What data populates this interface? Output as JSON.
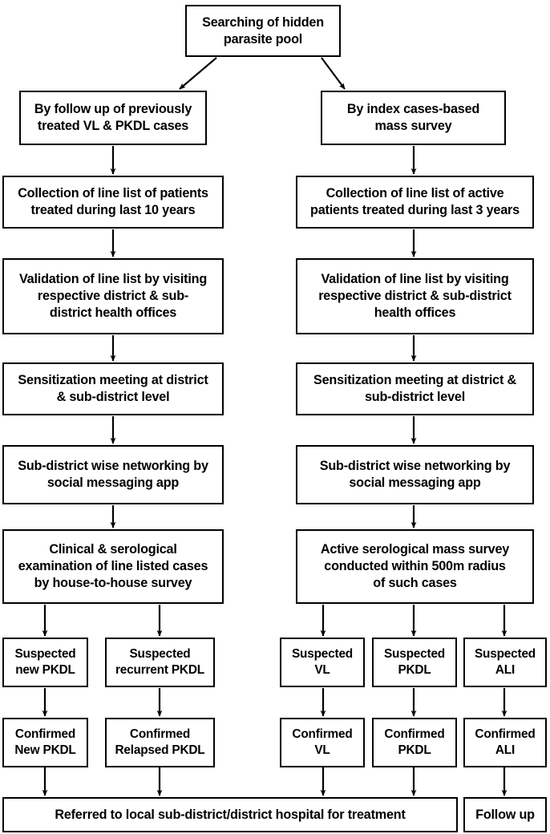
{
  "figure": {
    "type": "flowchart",
    "title": "Searching of hidden parasite pool",
    "orientation": "top-down",
    "background_color": "#ffffff",
    "line_color": "#000000",
    "text_color": "#000000"
  },
  "nodes": {
    "root": "Searching of hidden\nparasite pool",
    "left_branch": "By follow up of previously\ntreated VL & PKDL cases",
    "right_branch": "By index cases-based\nmass survey",
    "left_step1": "Collection of line list of patients\ntreated during last 10 years",
    "right_step1": "Collection of line list of active\npatients treated during last 3 years",
    "left_step2": "Validation of line list by visiting\nrespective district & sub-\ndistrict health offices",
    "right_step2": "Validation of line list by visiting\nrespective district & sub-district\nhealth offices",
    "left_step3": "Sensitization meeting at district\n& sub-district level",
    "right_step3": "Sensitization meeting at district &\nsub-district level",
    "left_step4": "Sub-district wise networking by\nsocial messaging app",
    "right_step4": "Sub-district wise networking by\nsocial messaging app",
    "left_step5": "Clinical & serological\nexamination of line listed cases\nby house-to-house survey",
    "right_step5": "Active serological mass survey\nconducted within 500m radius\nof such cases",
    "suspected_new_pkdl": "Suspected\nnew PKDL",
    "suspected_recurrent_pkdl": "Suspected\nrecurrent PKDL",
    "suspected_vl": "Suspected\nVL",
    "suspected_pkdl": "Suspected\nPKDL",
    "suspected_ali": "Suspected\nALI",
    "confirmed_new_pkdl": "Confirmed\nNew PKDL",
    "confirmed_relapsed_pkdl": "Confirmed\nRelapsed PKDL",
    "confirmed_vl": "Confirmed\nVL",
    "confirmed_pkdl": "Confirmed\nPKDL",
    "confirmed_ali": "Confirmed\nALI",
    "referral": "Referred to local sub-district/district hospital for treatment",
    "follow_up": "Follow up"
  },
  "edges": [
    {
      "from": "root",
      "to": "left_branch",
      "style": "diagonal-arrow"
    },
    {
      "from": "root",
      "to": "right_branch",
      "style": "diagonal-arrow"
    },
    {
      "from": "left_branch",
      "to": "left_step1",
      "style": "vertical-arrow"
    },
    {
      "from": "left_step1",
      "to": "left_step2",
      "style": "vertical-arrow"
    },
    {
      "from": "left_step2",
      "to": "left_step3",
      "style": "vertical-arrow"
    },
    {
      "from": "left_step3",
      "to": "left_step4",
      "style": "vertical-arrow"
    },
    {
      "from": "left_step4",
      "to": "left_step5",
      "style": "vertical-arrow"
    },
    {
      "from": "left_step5",
      "to": "suspected_new_pkdl",
      "style": "vertical-arrow"
    },
    {
      "from": "left_step5",
      "to": "suspected_recurrent_pkdl",
      "style": "vertical-arrow"
    },
    {
      "from": "suspected_new_pkdl",
      "to": "confirmed_new_pkdl",
      "style": "vertical-arrow"
    },
    {
      "from": "suspected_recurrent_pkdl",
      "to": "confirmed_relapsed_pkdl",
      "style": "vertical-arrow"
    },
    {
      "from": "confirmed_new_pkdl",
      "to": "referral",
      "style": "vertical-arrow"
    },
    {
      "from": "confirmed_relapsed_pkdl",
      "to": "referral",
      "style": "vertical-arrow"
    },
    {
      "from": "right_branch",
      "to": "right_step1",
      "style": "vertical-arrow"
    },
    {
      "from": "right_step1",
      "to": "right_step2",
      "style": "vertical-arrow"
    },
    {
      "from": "right_step2",
      "to": "right_step3",
      "style": "vertical-arrow"
    },
    {
      "from": "right_step3",
      "to": "right_step4",
      "style": "vertical-arrow"
    },
    {
      "from": "right_step4",
      "to": "right_step5",
      "style": "vertical-arrow"
    },
    {
      "from": "right_step5",
      "to": "suspected_vl",
      "style": "vertical-arrow"
    },
    {
      "from": "right_step5",
      "to": "suspected_pkdl",
      "style": "vertical-arrow"
    },
    {
      "from": "right_step5",
      "to": "suspected_ali",
      "style": "vertical-arrow"
    },
    {
      "from": "suspected_vl",
      "to": "confirmed_vl",
      "style": "vertical-arrow"
    },
    {
      "from": "suspected_pkdl",
      "to": "confirmed_pkdl",
      "style": "vertical-arrow"
    },
    {
      "from": "suspected_ali",
      "to": "confirmed_ali",
      "style": "vertical-arrow"
    },
    {
      "from": "confirmed_vl",
      "to": "referral",
      "style": "vertical-arrow"
    },
    {
      "from": "confirmed_pkdl",
      "to": "referral",
      "style": "vertical-arrow"
    },
    {
      "from": "confirmed_ali",
      "to": "follow_up",
      "style": "vertical-arrow"
    }
  ]
}
